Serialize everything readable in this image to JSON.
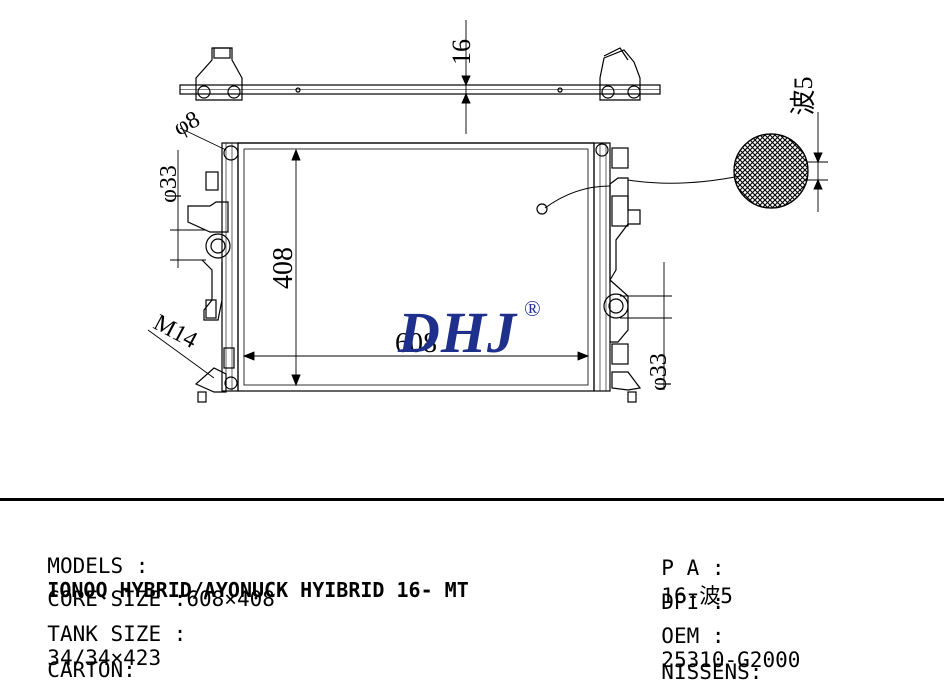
{
  "dimensions": {
    "top_spacing": "16",
    "wave": "波5",
    "pin_dia": "φ8",
    "left_port": "φ33",
    "height": "408",
    "width": "608",
    "thread": "M14",
    "right_port": "φ33"
  },
  "logo": {
    "text": "DHJ",
    "mark": "®"
  },
  "specs": {
    "models_label": "MODELS :",
    "models_value": "IONOQ HYBRID/AYONUCK HYIBRID 16- MT",
    "core_label": "CORE SIZE :",
    "core_value": "608×408",
    "tank_label": "TANK SIZE :",
    "tank_value": "34/34×423",
    "carton_label": "CARTON:",
    "pa_label": "P A :",
    "pa_value": "16-波5",
    "dpi_label": "DPI :",
    "oem_label": "OEM :",
    "oem_value": "25310-G2000",
    "nissens_label": "NISSENS:"
  },
  "colors": {
    "logo": "#1e2f8c",
    "lines": "#000000"
  }
}
